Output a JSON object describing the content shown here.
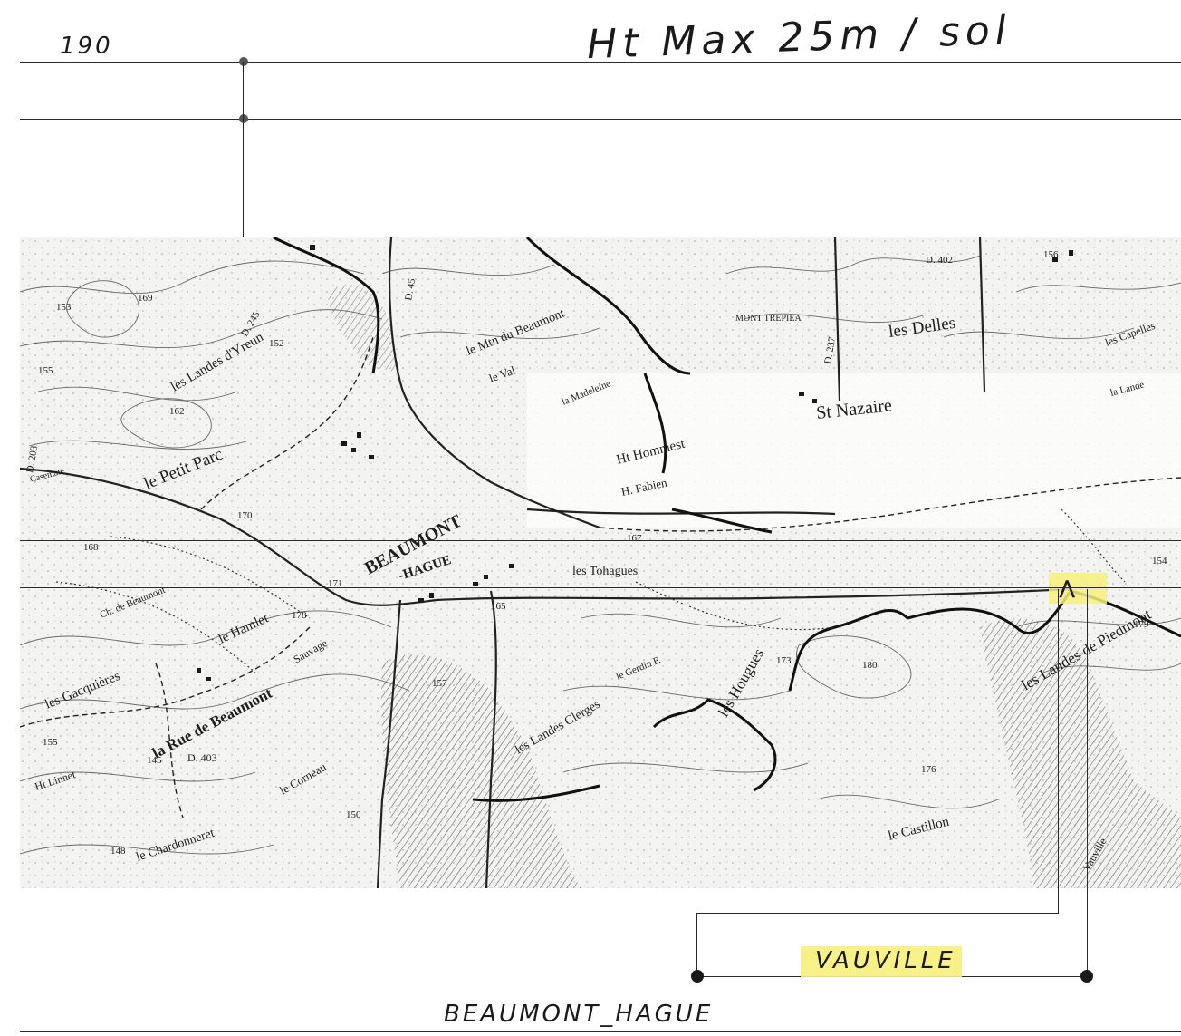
{
  "header": {
    "sheet_number": "190",
    "height_note": "Ht Max 25m / sol"
  },
  "map": {
    "labels": {
      "beaumont": "BEAUMONT",
      "hague": "-HAGUE",
      "le_petit_parc": "le Petit Parc",
      "les_landes_dyreun": "les Landes d'Yreun",
      "le_mtn_du_beaumont": "le Mtn du Beaumont",
      "le_val": "le Val",
      "la_madeleine": "la Madeleine",
      "ht_hommest": "Ht Hommest",
      "h_fabien": "H. Fabien",
      "les_tohagues": "les Tohagues",
      "st_nazaire": "St Nazaire",
      "les_delles": "les Delles",
      "mont_trepiea": "MONT TREPIEA",
      "le_hamlet": "le Hamlet",
      "les_gacquieres": "les Gacquières",
      "la_rue_de_beaumont": "la Rue de Beaumont",
      "le_chardonneret": "le Chardonneret",
      "les_landes_clerges": "les Landes Clerges",
      "les_hougues": "les Hougues",
      "le_gerdin": "le Gerdin F.",
      "le_castillon": "le Castillon",
      "les_landes_de_piedmont": "les Landes de Piedmont",
      "vauville_map": "Vauville",
      "sauvage": "Sauvage",
      "le_corneau": "le Corneau",
      "ht_linnet": "Ht Linnet",
      "d_403": "D. 403",
      "d_45": "D. 45",
      "d_402": "D. 402",
      "d_237": "D. 237",
      "d_203": "D. 203",
      "d_245": "D. 245",
      "ch_de_beaumont": "Ch. de Beaumont",
      "casemate": "Casemate",
      "les_capelles": "les Capelles",
      "la_lande": "la Lande"
    },
    "spot_heights": [
      "153",
      "169",
      "155",
      "162",
      "170",
      "168",
      "171",
      "178",
      "167",
      "165",
      "157",
      "150",
      "148",
      "155",
      "173",
      "180",
      "176",
      "179",
      "154",
      "156",
      "152",
      "145"
    ]
  },
  "annotations": {
    "vauville": "VAUVILLE",
    "highlight_color": "#f6f07a"
  },
  "footer": {
    "title": "BEAUMONT_HAGUE"
  }
}
